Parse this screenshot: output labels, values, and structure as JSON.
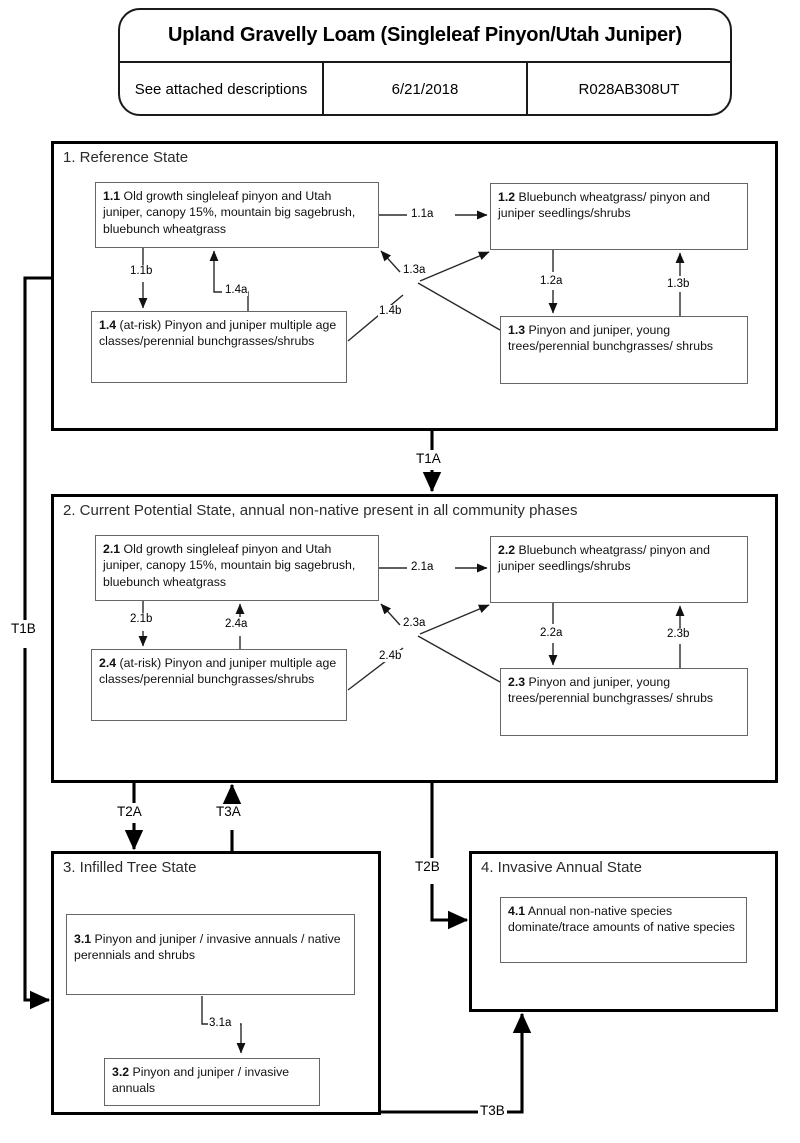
{
  "header": {
    "title": "Upland Gravelly Loam (Singleleaf Pinyon/Utah Juniper)",
    "cells": [
      "See attached descriptions",
      "6/21/2018",
      "R028AB308UT"
    ]
  },
  "states": [
    {
      "id": "state-1",
      "title": "1. Reference State",
      "phases": [
        {
          "num": "1.1",
          "text": " Old growth singleleaf pinyon and Utah juniper, canopy 15%, mountain big sagebrush, bluebunch wheatgrass"
        },
        {
          "num": "1.2",
          "text": " Bluebunch wheatgrass/ pinyon and juniper seedlings/shrubs"
        },
        {
          "num": "1.3",
          "text": " Pinyon and juniper, young trees/perennial bunchgrasses/ shrubs"
        },
        {
          "num": "1.4",
          "text": " (at-risk) Pinyon and juniper multiple age classes/perennial bunchgrasses/shrubs"
        }
      ],
      "pathways": [
        "1.1a",
        "1.1b",
        "1.4a",
        "1.4b",
        "1.3a",
        "1.2a",
        "1.3b"
      ]
    },
    {
      "id": "state-2",
      "title": "2. Current Potential State, annual non-native present in all community phases",
      "phases": [
        {
          "num": "2.1",
          "text": " Old growth singleleaf pinyon and Utah juniper, canopy 15%, mountain big sagebrush, bluebunch wheatgrass"
        },
        {
          "num": "2.2",
          "text": " Bluebunch wheatgrass/ pinyon and juniper seedlings/shrubs"
        },
        {
          "num": "2.3",
          "text": " Pinyon and juniper, young trees/perennial bunchgrasses/ shrubs"
        },
        {
          "num": "2.4",
          "text": " (at-risk) Pinyon and juniper multiple age classes/perennial bunchgrasses/shrubs"
        }
      ],
      "pathways": [
        "2.1a",
        "2.1b",
        "2.4a",
        "2.4b",
        "2.3a",
        "2.2a",
        "2.3b"
      ]
    },
    {
      "id": "state-3",
      "title": "3. Infilled Tree State",
      "phases": [
        {
          "num": "3.1",
          "text": " Pinyon and  juniper / invasive annuals / native perennials and shrubs"
        },
        {
          "num": "3.2",
          "text": " Pinyon and juniper / invasive annuals"
        }
      ],
      "pathways": [
        "3.1a"
      ]
    },
    {
      "id": "state-4",
      "title": "4. Invasive Annual State",
      "phases": [
        {
          "num": "4.1",
          "text": " Annual non-native species dominate/trace amounts of native species"
        }
      ],
      "pathways": []
    }
  ],
  "transitions": {
    "t1a": "T1A",
    "t1b": "T1B",
    "t2a": "T2A",
    "t2b": "T2B",
    "t3a": "T3A",
    "t3b": "T3B"
  },
  "pathway_labels": {
    "p11a": "1.1a",
    "p11b": "1.1b",
    "p14a": "1.4a",
    "p14b": "1.4b",
    "p13a": "1.3a",
    "p12a": "1.2a",
    "p13b": "1.3b",
    "p21a": "2.1a",
    "p21b": "2.1b",
    "p24a": "2.4a",
    "p24b": "2.4b",
    "p23a": "2.3a",
    "p22a": "2.2a",
    "p23b": "2.3b",
    "p31a": "3.1a"
  },
  "colors": {
    "border": "#000000",
    "phase_border": "#666666",
    "background": "#ffffff",
    "text": "#111111"
  }
}
